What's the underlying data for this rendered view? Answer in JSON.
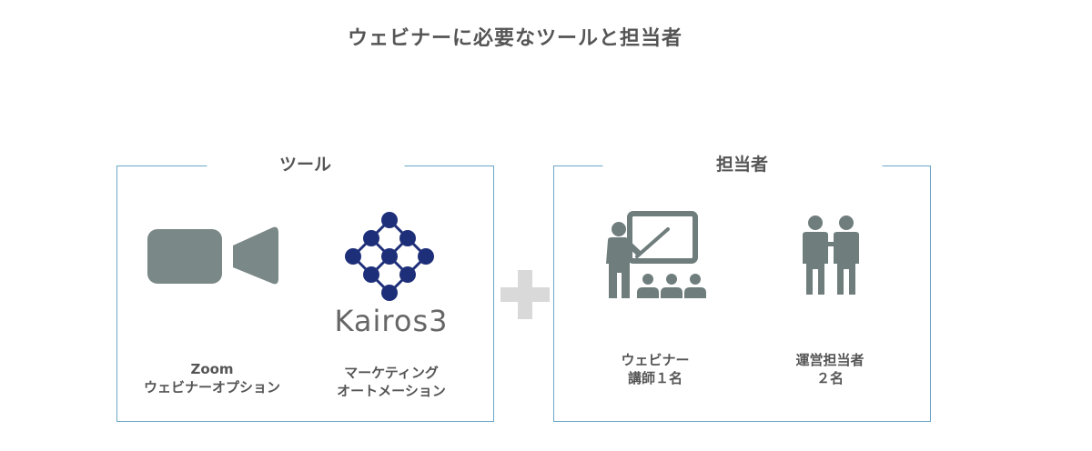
{
  "title": "ウェビナーに必要なツールと担当者",
  "tools": {
    "label": "ツール",
    "items": [
      {
        "icon": "video-camera-icon",
        "lines": [
          "Zoom",
          "ウェビナーオプション"
        ]
      },
      {
        "icon": "kairos3-logo",
        "logo_text": "Kairos3",
        "lines": [
          "マーケティング",
          "オートメーション"
        ]
      }
    ]
  },
  "staff": {
    "label": "担当者",
    "items": [
      {
        "icon": "instructor-icon",
        "lines": [
          "ウェビナー",
          "講師１名"
        ]
      },
      {
        "icon": "two-people-icon",
        "lines": [
          "運営担当者",
          "２名"
        ]
      }
    ]
  },
  "colors": {
    "border": "#6aa7c8",
    "icon_gray": "#6f7d7c",
    "logo_navy": "#1e2f7a",
    "plus_gray": "#d9d9d9",
    "text": "#555555"
  }
}
